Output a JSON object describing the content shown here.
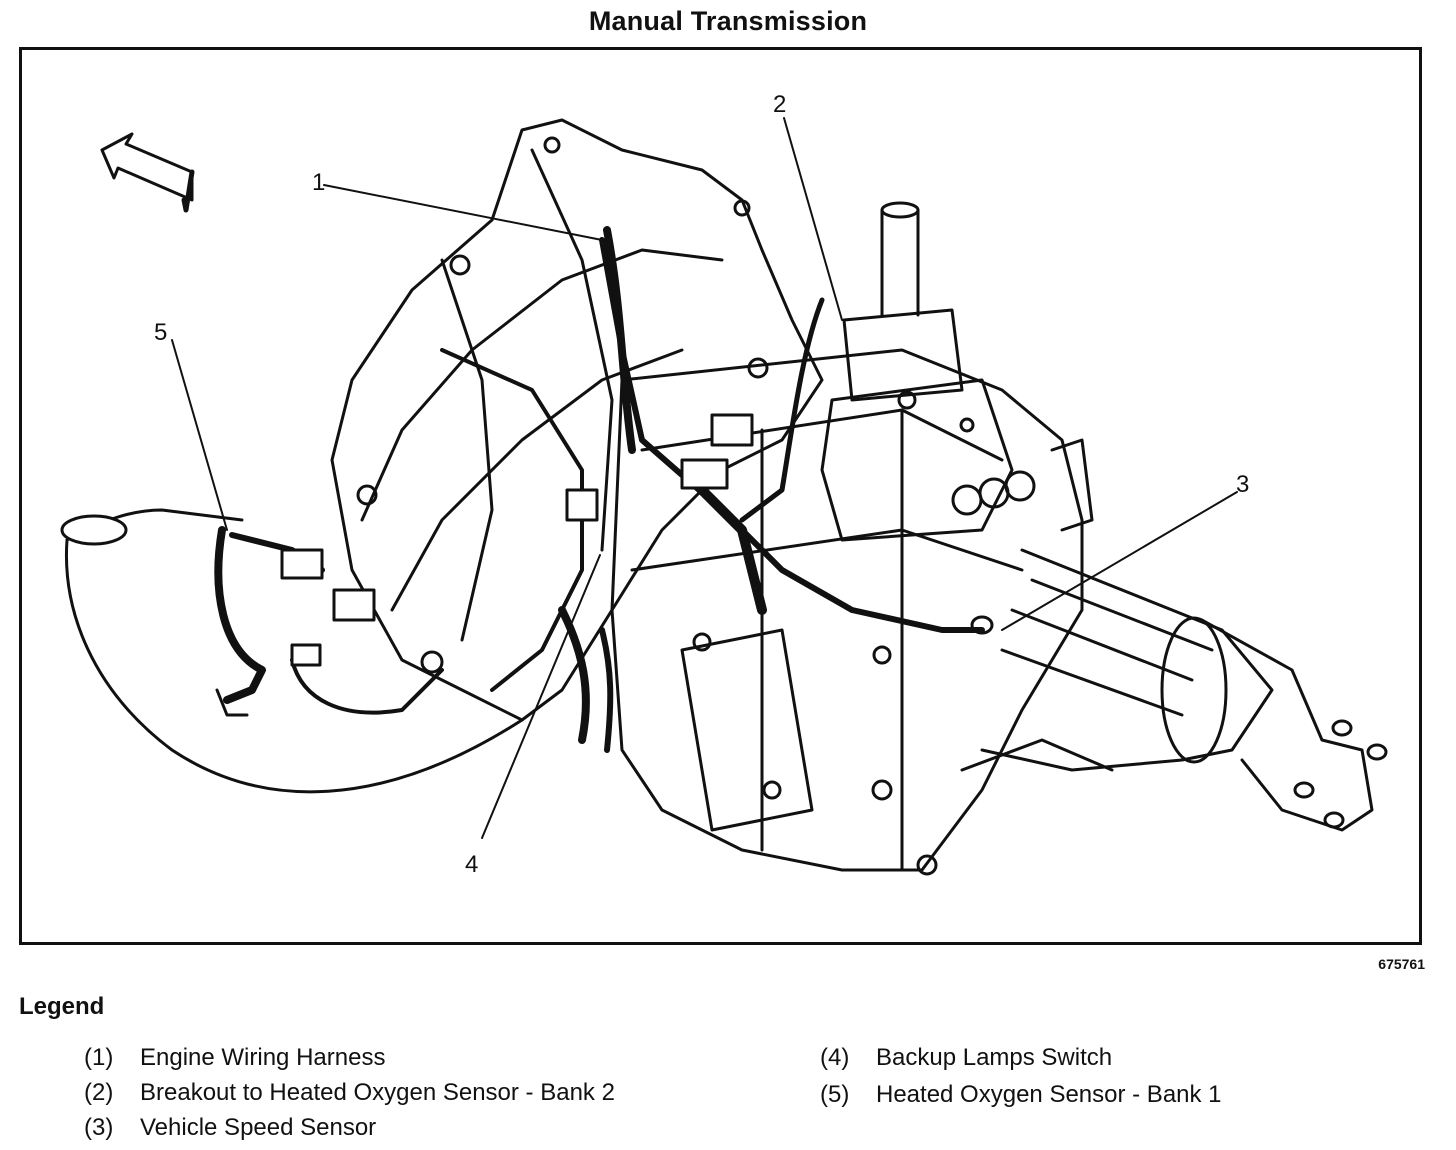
{
  "title": "Manual Transmission",
  "figure_id": "675761",
  "callouts": [
    "1",
    "2",
    "3",
    "4",
    "5"
  ],
  "legend": {
    "heading": "Legend",
    "items": [
      {
        "num": "(1)",
        "text": "Engine Wiring Harness"
      },
      {
        "num": "(2)",
        "text": "Breakout to Heated Oxygen Sensor - Bank 2"
      },
      {
        "num": "(3)",
        "text": "Vehicle Speed Sensor"
      },
      {
        "num": "(4)",
        "text": "Backup Lamps Switch"
      },
      {
        "num": "(5)",
        "text": "Heated Oxygen Sensor - Bank 1"
      }
    ]
  }
}
